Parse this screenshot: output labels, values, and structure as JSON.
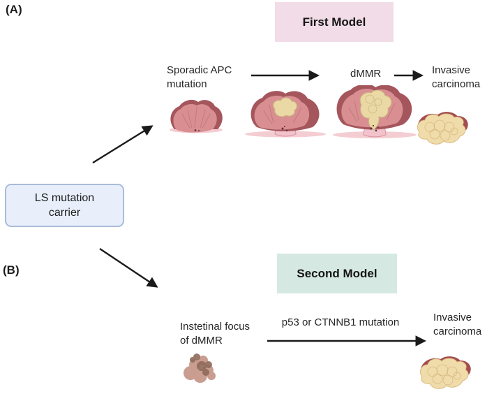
{
  "figure": {
    "panel_a_label": "(A)",
    "panel_b_label": "(B)"
  },
  "carrier_box": {
    "label": "LS mutation carrier"
  },
  "first_model": {
    "title": "First Model",
    "step1": "Sporadic APC mutation",
    "step2": "dMMR",
    "step3": "Invasive carcinoma"
  },
  "second_model": {
    "title": "Second Model",
    "step1": "Instetinal focus of dMMR",
    "arrow_label": "p53 or CTNNB1 mutation",
    "step2": "Invasive carcinoma"
  },
  "icons": {
    "polyp_plain": "sessile-polyp-icon",
    "polyp_small_adenoma": "polyp-with-adenoma-focus-icon",
    "polyp_large_adenoma": "polyp-with-large-adenoma-icon",
    "invasive_carcinoma": "invasive-carcinoma-icon",
    "dmmr_focus": "intestinal-dmmr-focus-icon"
  },
  "colors": {
    "text": "#262626",
    "arrow": "#1a1a1a",
    "first_model_bg": "#f2dce7",
    "second_model_bg": "#d5e9e2",
    "carrier_bg": "#e8effb",
    "carrier_border": "#a9bcd9",
    "polyp_fill": "#d98f92",
    "polyp_rim": "#a5565c",
    "polyp_line": "#c17a7e",
    "ground": "#f4cdd2",
    "stalk_fill": "#f2c3ca",
    "stalk_stroke": "#d795a1",
    "adenoma_fill": "#ead9a4",
    "adenoma_stroke": "#ccb77e",
    "carcinoma_fill": "#f0dcab",
    "carcinoma_stroke": "#d9b97f",
    "carcinoma_crest": "#a34d4f",
    "focus_light": "#c99d90",
    "focus_dark": "#8f6a5a",
    "dot": "#5f3040"
  }
}
